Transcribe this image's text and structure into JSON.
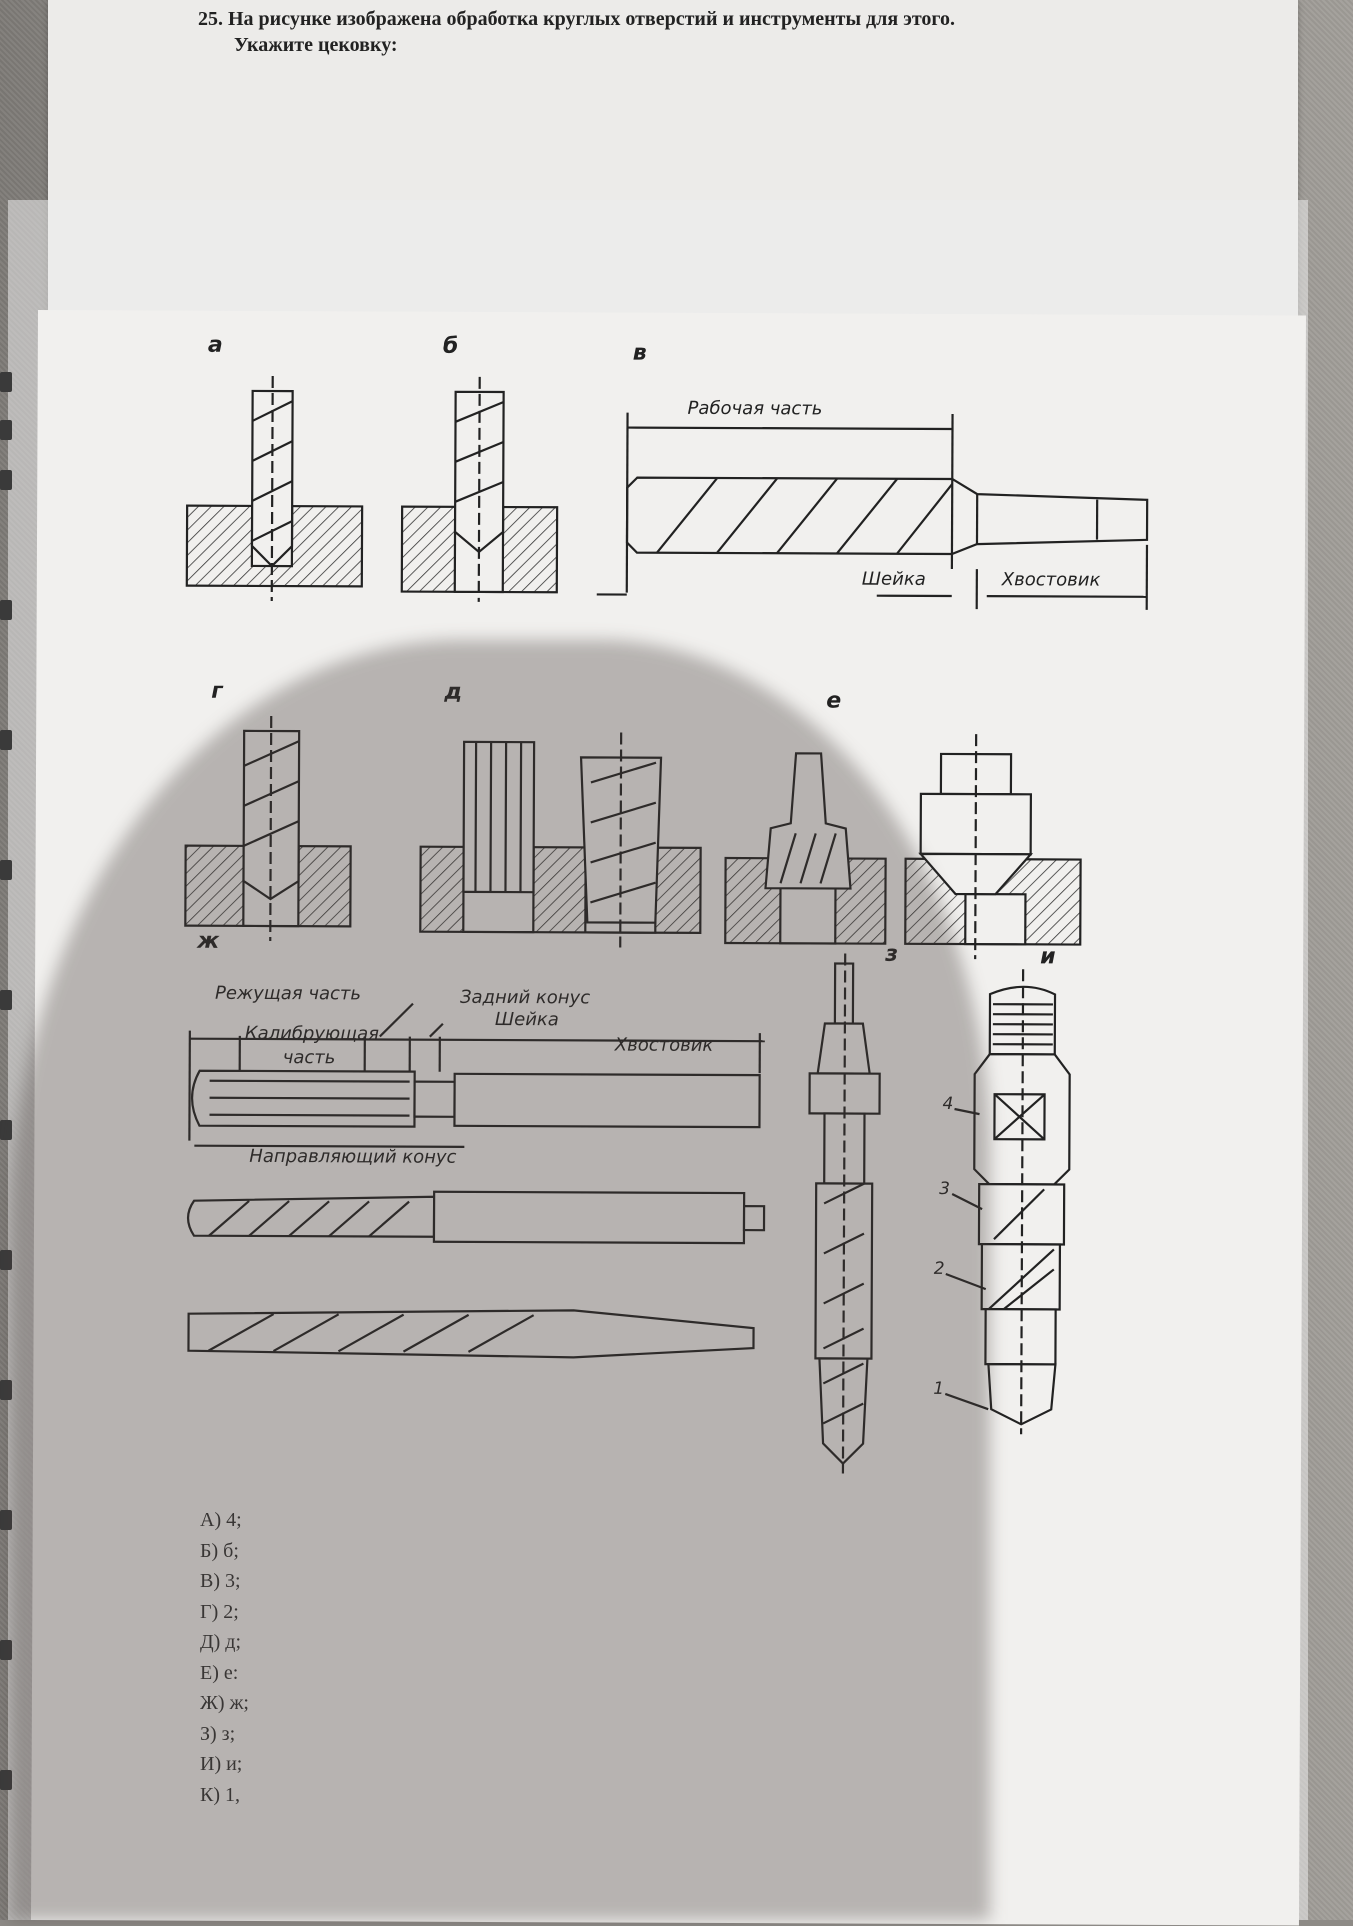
{
  "question": {
    "line1": "25. На рисунке изображена обработка круглых отверстий и инструменты для этого.",
    "line2": "Укажите цековку:"
  },
  "figure": {
    "labels": [
      "а",
      "б",
      "в",
      "г",
      "д",
      "е",
      "ж",
      "з",
      "и"
    ],
    "drill_captions": {
      "working_part": "Рабочая часть",
      "neck": "Шейка",
      "shank": "Хвостовик"
    },
    "reamer_captions": {
      "cutting_part": "Режущая часть",
      "calibrating_part_1": "Калибрующая",
      "calibrating_part_2": "часть",
      "back_taper": "Задний конус",
      "neck": "Шейка",
      "shank": "Хвостовик",
      "guide_taper": "Направляющий конус"
    },
    "numbers": [
      "4",
      "3",
      "2",
      "1"
    ]
  },
  "answers": [
    "А) 4;",
    "Б) б;",
    "В) 3;",
    "Г) 2;",
    "Д) д;",
    "Е) е:",
    "Ж) ж;",
    "З) з;",
    "И) и;",
    "К) 1,"
  ]
}
